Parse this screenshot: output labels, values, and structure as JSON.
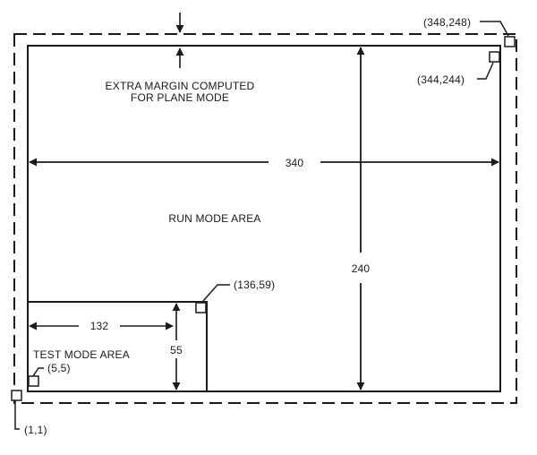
{
  "labels": {
    "extra_margin_line1": "EXTRA MARGIN COMPUTED",
    "extra_margin_line2": "FOR PLANE MODE",
    "run_mode": "RUN MODE AREA",
    "test_mode": "TEST MODE AREA"
  },
  "dimensions": {
    "run_width": "340",
    "run_height": "240",
    "test_width": "132",
    "test_height": "55"
  },
  "coordinates": {
    "outer_top_right": "(348,248)",
    "run_top_right": "(344,244)",
    "test_top_right": "(136,59)",
    "test_origin": "(5,5)",
    "outer_origin": "(1,1)"
  },
  "colors": {
    "ink": "#1a1a1a",
    "background": "#ffffff"
  }
}
